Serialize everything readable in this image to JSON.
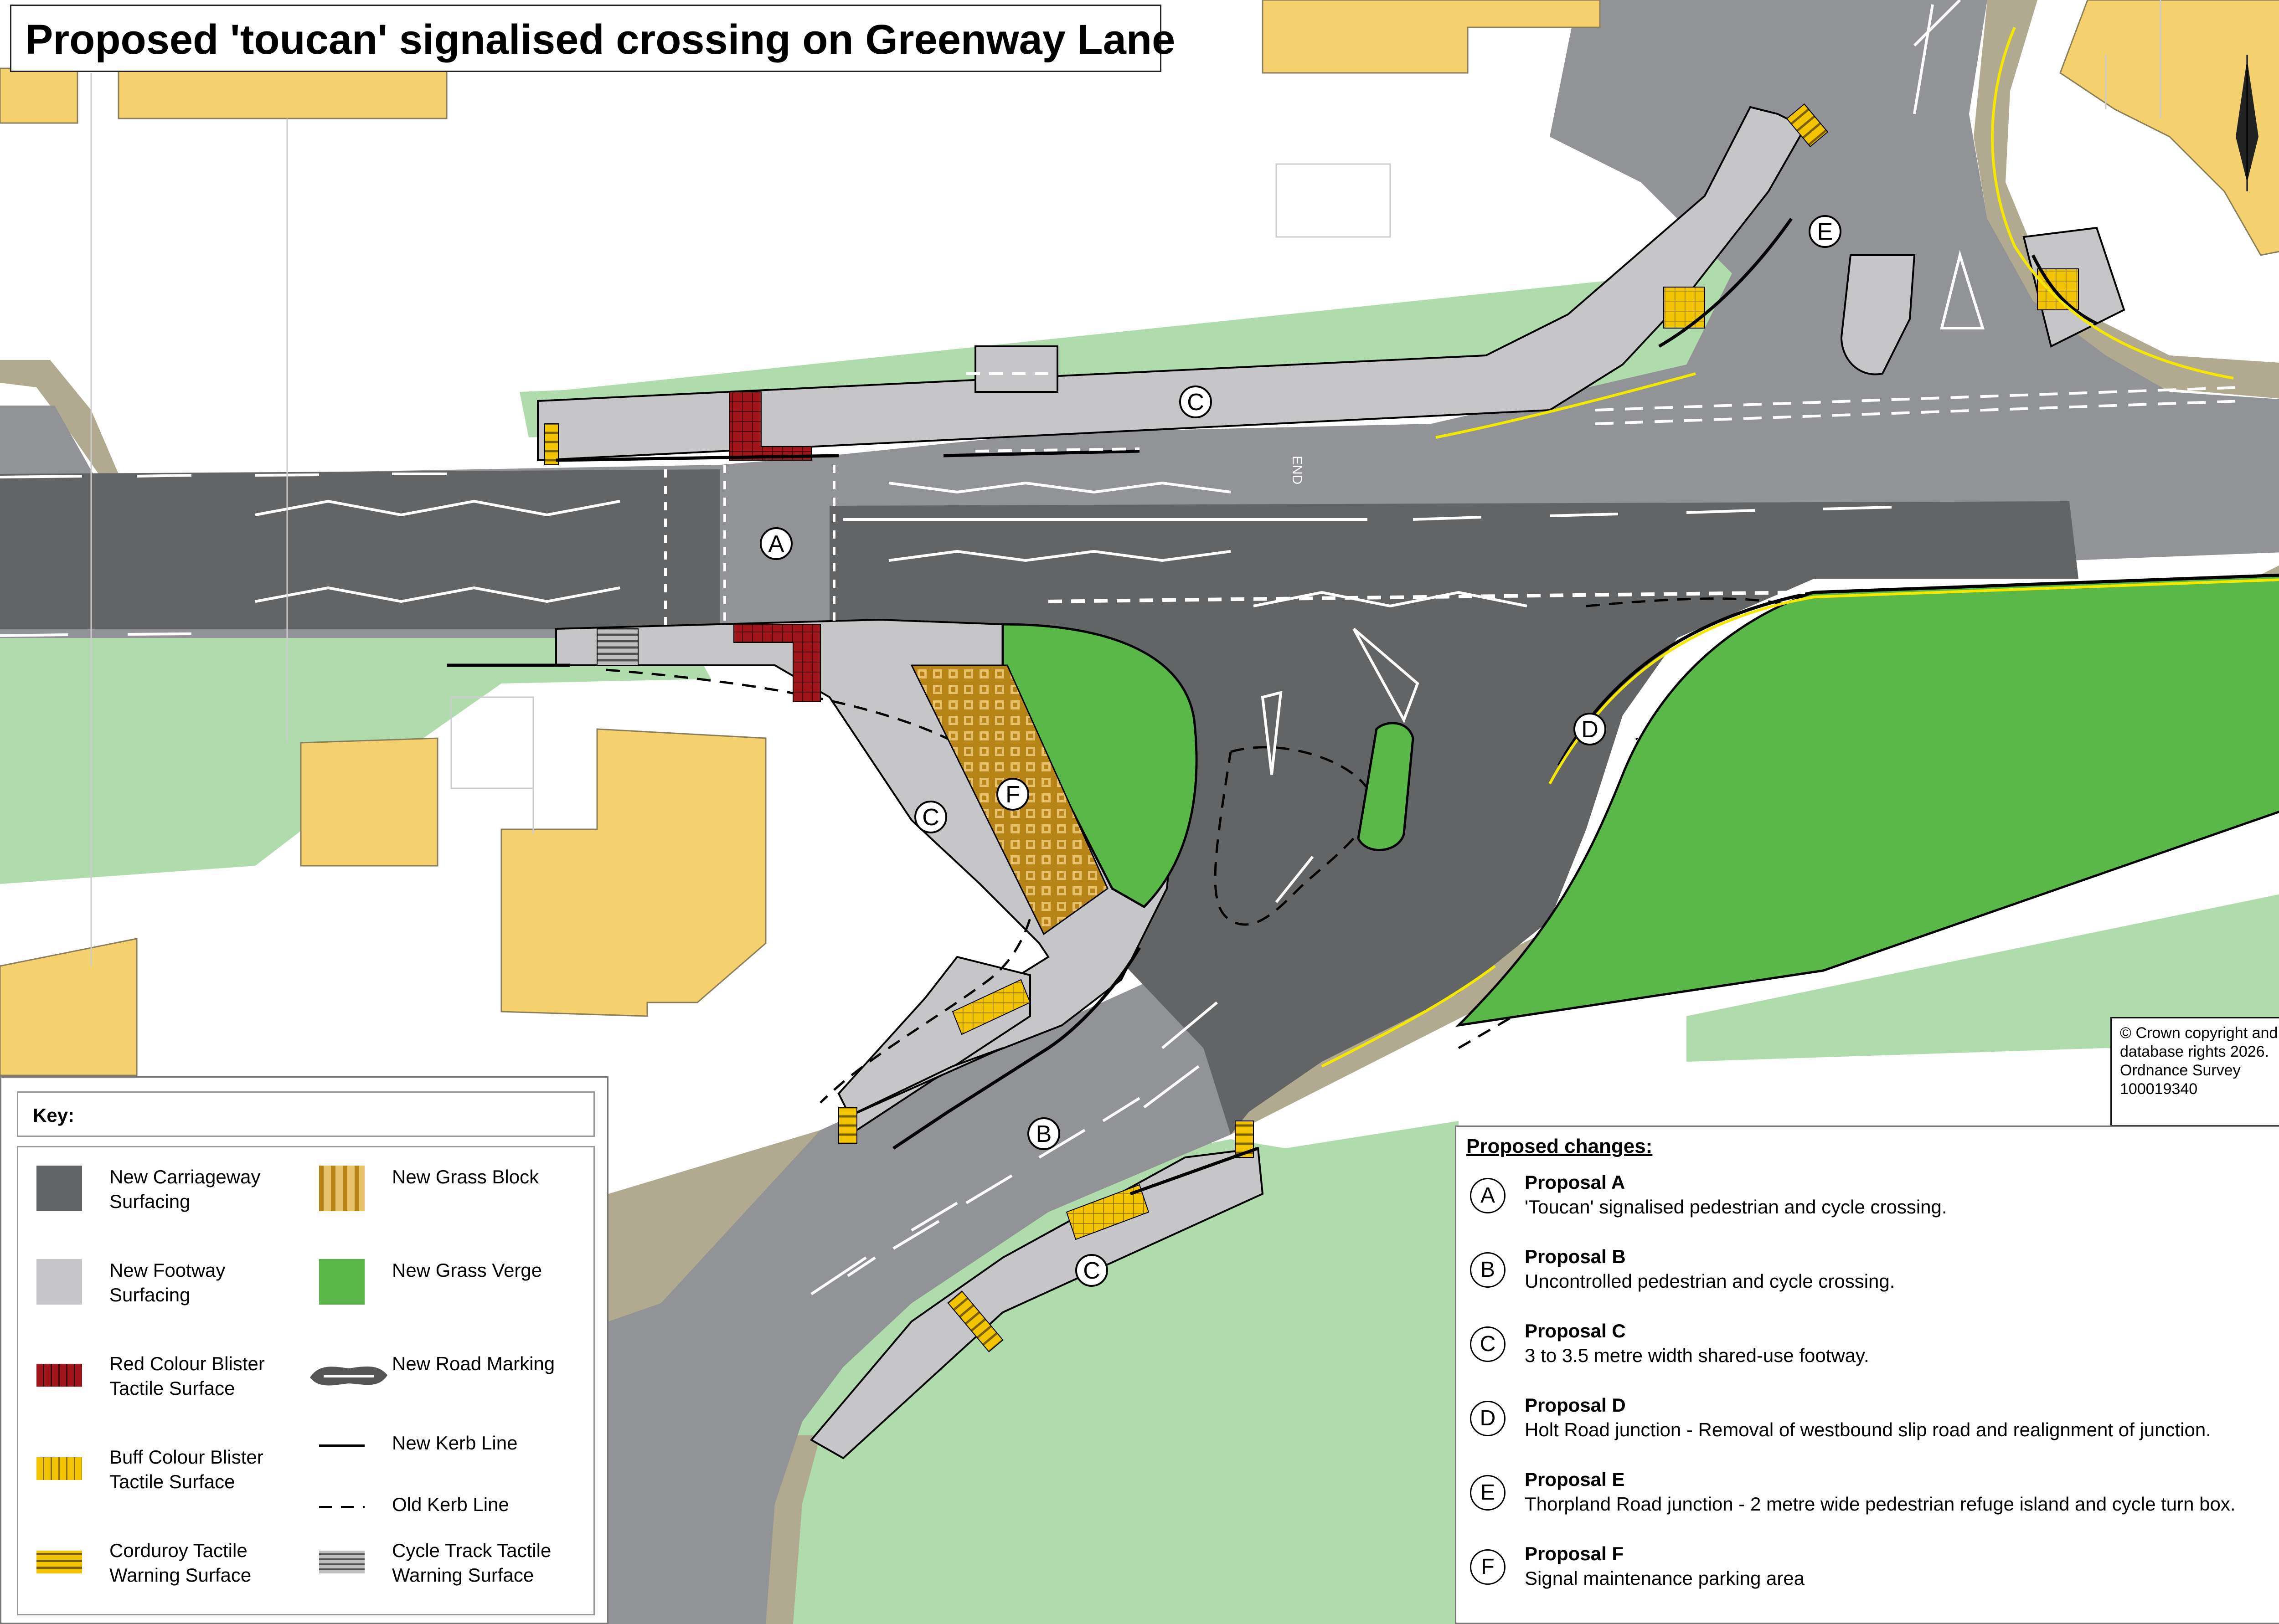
{
  "title": "Proposed 'toucan' signalised crossing on Greenway Lane",
  "colors": {
    "new_carriageway": "#636466",
    "existing_carriageway": "#929396",
    "new_footway": "#c6c6c8",
    "red_blister": "#a0151c",
    "buff_blister": "#f2c500",
    "grass_block": "#b78418",
    "grass_verge": "#59b847",
    "existing_grass": "#b0dcad",
    "buildings": "#f5d06f",
    "old_kerb_band": "#b2aa90"
  },
  "map_labels": {
    "proposal_a": "A",
    "proposal_b": "B",
    "proposal_c1": "C",
    "proposal_c2": "C",
    "proposal_c3": "C",
    "proposal_d": "D",
    "proposal_e": "E",
    "proposal_f": "F",
    "end_marking": "END"
  },
  "copyright": "© Crown copyright and database rights 2026. Ordnance Survey 100019340",
  "key": {
    "title": "Key:",
    "items": [
      {
        "label": "New Carriageway Surfacing",
        "icon": "new-carriageway-swatch"
      },
      {
        "label": "New Footway Surfacing",
        "icon": "new-footway-swatch"
      },
      {
        "label": "Red Colour Blister Tactile Surface",
        "icon": "red-blister-swatch"
      },
      {
        "label": "Buff Colour Blister Tactile Surface",
        "icon": "buff-blister-swatch"
      },
      {
        "label": "Corduroy Tactile Warning Surface",
        "icon": "corduroy-swatch"
      },
      {
        "label": "New Grass Block",
        "icon": "grass-block-swatch"
      },
      {
        "label": "New Grass Verge",
        "icon": "grass-verge-swatch"
      },
      {
        "label": "New Road Marking",
        "icon": "road-marking-swatch"
      },
      {
        "label": "New Kerb Line",
        "icon": "new-kerb-line-swatch"
      },
      {
        "label": "Old Kerb Line",
        "icon": "old-kerb-line-swatch"
      },
      {
        "label": "Cycle Track Tactile Warning Surface",
        "icon": "cycle-track-tactile-swatch"
      }
    ]
  },
  "changes": {
    "title": "Proposed changes:",
    "proposals": [
      {
        "letter": "A",
        "title": "Proposal A",
        "description": "'Toucan' signalised pedestrian and cycle crossing."
      },
      {
        "letter": "B",
        "title": "Proposal B",
        "description": "Uncontrolled pedestrian and cycle crossing."
      },
      {
        "letter": "C",
        "title": "Proposal C",
        "description": "3 to 3.5 metre width shared-use footway."
      },
      {
        "letter": "D",
        "title": "Proposal D",
        "description": "Holt Road junction - Removal of westbound slip road and realignment of junction."
      },
      {
        "letter": "E",
        "title": "Proposal E",
        "description": "Thorpland Road junction - 2 metre wide pedestrian refuge island and cycle turn box."
      },
      {
        "letter": "F",
        "title": "Proposal F",
        "description": "Signal maintenance parking area"
      }
    ]
  }
}
